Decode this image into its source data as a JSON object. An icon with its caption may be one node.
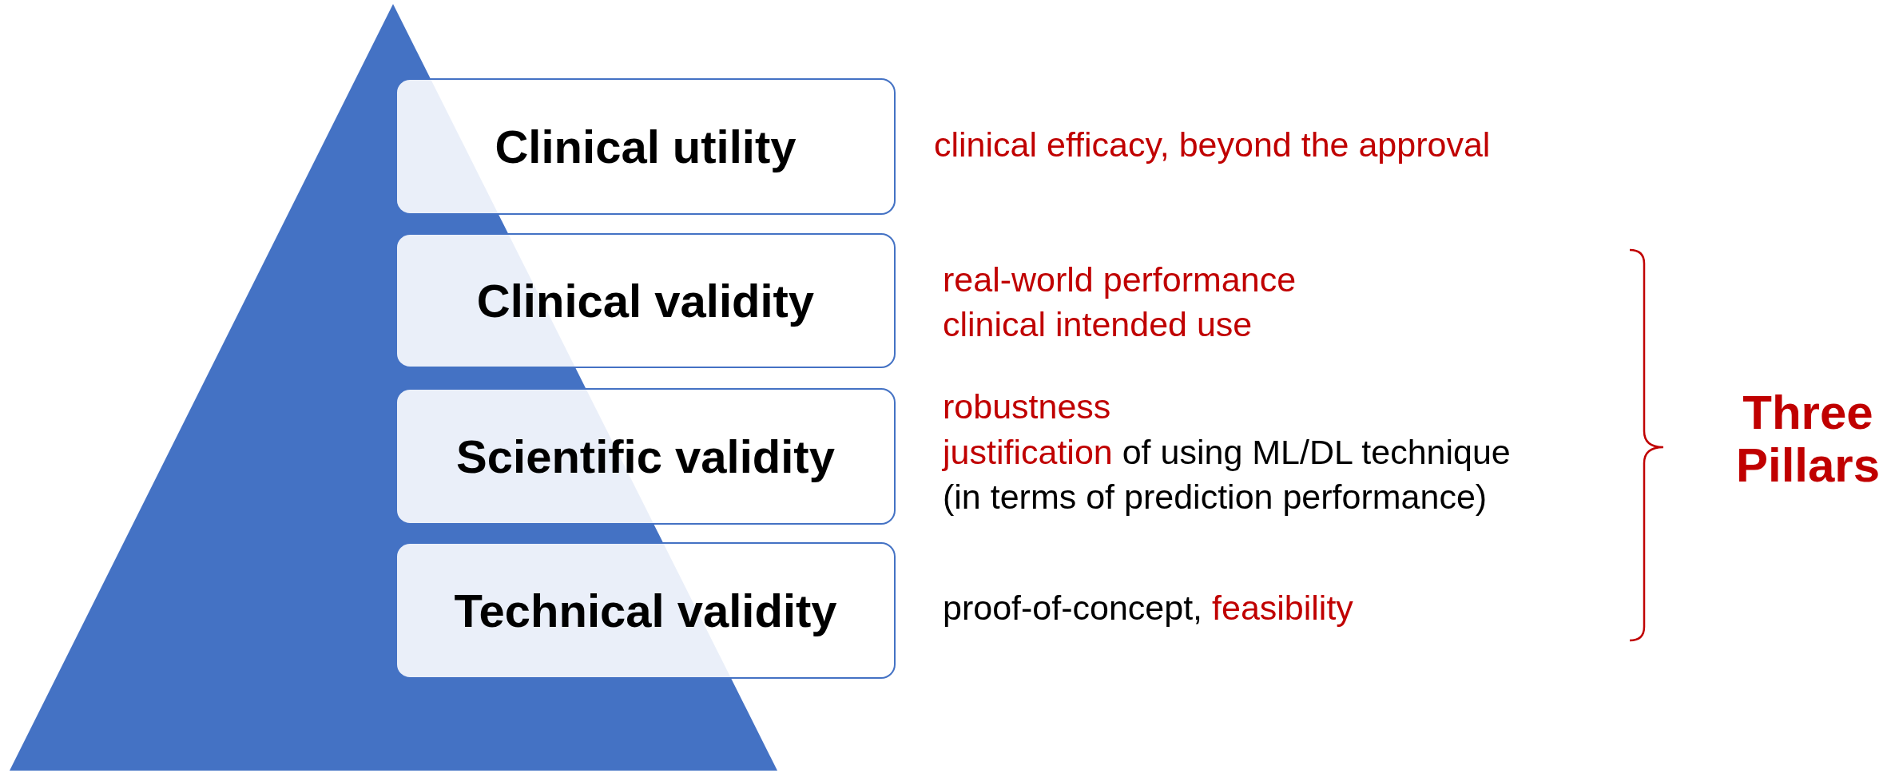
{
  "diagram": {
    "nodes": [
      {
        "text": [
          "Clinical utility"
        ],
        "beside": [
          "clinical efficacy, beyond the approval"
        ]
      },
      {
        "text": [
          "Clinical validity"
        ],
        "beside": [
          "real-world performance",
          "clinical intended use"
        ]
      },
      {
        "text": [
          "Scientific validity"
        ],
        "beside": [
          "robustness",
          "justification of using ML/DL technique",
          "(in terms of prediction performance)"
        ]
      },
      {
        "text": [
          "Technical validity"
        ],
        "beside": [
          "proof-of-concept, feasibility"
        ]
      }
    ],
    "edges": [],
    "labels": [
      "Three Pillars"
    ]
  }
}
